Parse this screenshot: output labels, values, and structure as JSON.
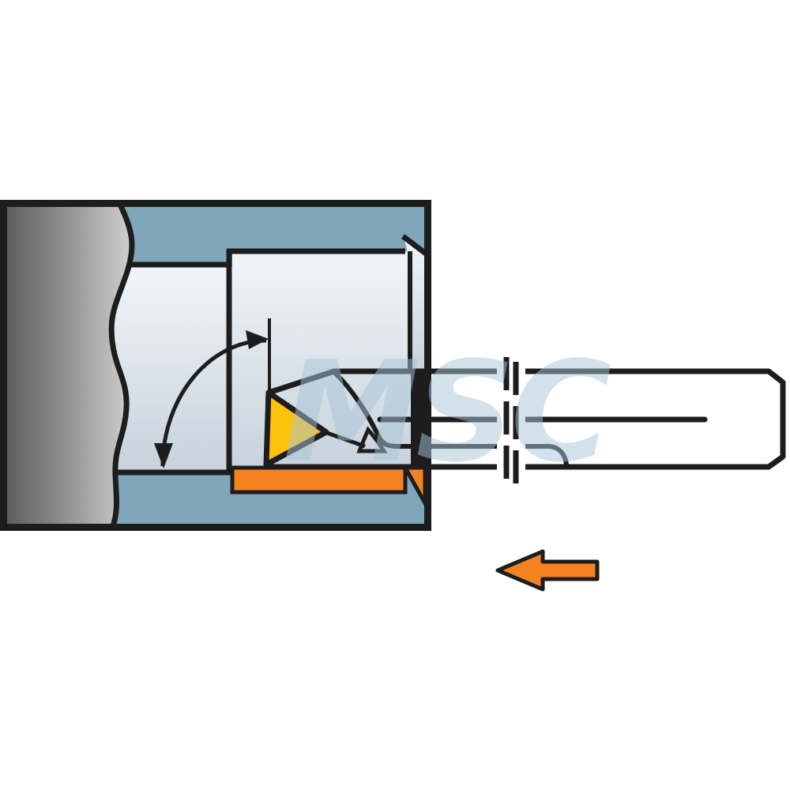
{
  "watermark": {
    "text": "MSC"
  },
  "colors": {
    "outline": "#1d1d1d",
    "steel_blue": "#7fa6bb",
    "insert_yellow": "#fdc20e",
    "orange": "#f58220",
    "bore_light_top": "#f1f5f8",
    "bore_light_bottom": "#c7d2dc",
    "bar_top": "#d7e0e8",
    "bar_bottom": "#bac9d6",
    "gray_dark": "#5e5e5e",
    "gray_light": "#d0d0d0",
    "background": "#ffffff"
  },
  "annotations": {
    "feed_arrow_direction": "left",
    "angle_arc": "entering-angle between insert edge line and machined surface",
    "break_lines": "bar shown shortened (double dashed break)"
  }
}
